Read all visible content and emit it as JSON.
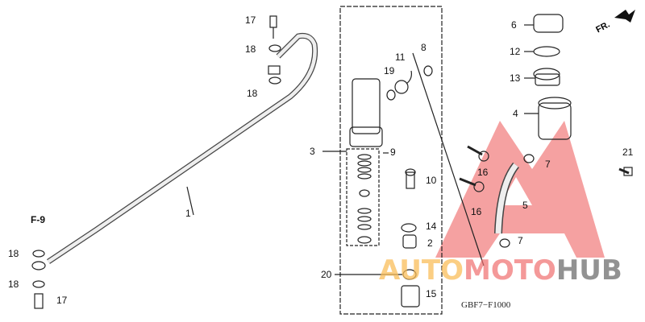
{
  "diagram": {
    "part_labels": [
      "17",
      "18",
      "18",
      "F-9",
      "18",
      "18",
      "17",
      "1",
      "3",
      "9",
      "10",
      "14",
      "2",
      "20",
      "15",
      "19",
      "11",
      "8",
      "6",
      "12",
      "13",
      "4",
      "7",
      "16",
      "16",
      "5",
      "7",
      "21"
    ],
    "direction_marker": "FR.",
    "diagram_code": "GBF7−F1000"
  },
  "watermark": {
    "part1": "AUTO",
    "part2": "MOTO",
    "part3": "HUB",
    "colors": {
      "auto": "#f8be5a",
      "moto": "#ef6e6e",
      "hub": "#6e6e6e"
    }
  }
}
